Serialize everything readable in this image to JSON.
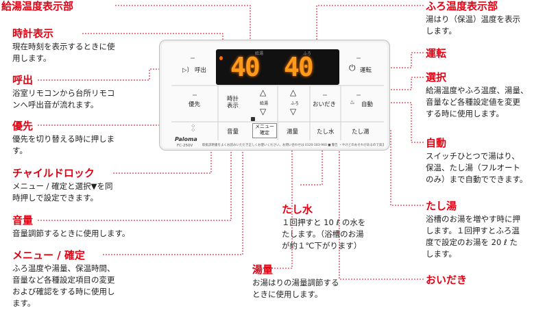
{
  "labels": {
    "kyuto_display": {
      "title": "給湯温度表示部"
    },
    "clock": {
      "title": "時計表示",
      "desc": [
        "現在時刻を表示するときに使",
        "用します。"
      ]
    },
    "yobidashi": {
      "title": "呼出",
      "desc": [
        "浴室リモコンから台所リモコ",
        "ンへ呼出音が流れます。"
      ]
    },
    "yusen": {
      "title": "優先",
      "desc": [
        "優先を切り替える時に押しま",
        "す。"
      ]
    },
    "child_lock": {
      "title": "チャイルドロック",
      "desc": [
        "メニュー / 確定と選択▼を同",
        "時押しで設定できます。"
      ]
    },
    "volume": {
      "title": "音量",
      "desc": [
        "音量調節するときに使用します。"
      ]
    },
    "menu": {
      "title": "メニュー / 確定",
      "desc": [
        "ふろ温度や湯量、保温時間、",
        "音量など各種設定項目の変更",
        "および確認をする時に使用し",
        "ます。"
      ]
    },
    "furo_display": {
      "title": "ふろ温度表示部",
      "desc": [
        "湯はり（保温）温度を表示",
        "します。"
      ]
    },
    "unten": {
      "title": "運転"
    },
    "sentaku": {
      "title": "選択",
      "desc": [
        "給湯温度やふろ温度、湯量、",
        "音量など各種設定値を変更",
        "する時に使用します。"
      ]
    },
    "jido": {
      "title": "自動",
      "desc": [
        "スイッチひとつで湯はり、",
        "保温、たし湯（フルオート",
        "のみ）まで自動でできます。"
      ]
    },
    "tashiyu": {
      "title": "たし湯",
      "desc": [
        "浴槽のお湯を増やす時に押",
        "します。１回押すとふろ温",
        "度で設定のお湯を 20 ℓ た",
        "します。"
      ]
    },
    "tashimizu": {
      "title": "たし水",
      "desc": [
        "１回押すと 10 ℓ の水を",
        "たします。（浴槽のお湯",
        "が約１℃下がります）"
      ]
    },
    "yuryo": {
      "title": "湯量",
      "desc": [
        "お湯はりの湯量調節する",
        "ときに使用します。"
      ]
    },
    "oidaki": {
      "title": "おいだき"
    }
  },
  "panel": {
    "display_left": "40",
    "display_right": "40",
    "display_label_left": "給湯",
    "display_label_right": "ふろ",
    "buttons": {
      "yobidashi": "呼出",
      "clock": "時計",
      "clock2": "表示",
      "yusen": "優先",
      "volume": "音量",
      "menu1": "メニュー",
      "menu2": "確定",
      "yuryo": "湯量",
      "tashimizu": "たし水",
      "oidaki": "おいだき",
      "unten": "運転",
      "jido": "自動",
      "tashiyu": "たし湯",
      "kyuto_small": "給湯",
      "furo_small": "ふろ"
    },
    "brand": "Paloma",
    "model": "FC-250V",
    "strip": "取扱説明書をよくお読みいただき正しくお使いください。お問い合わせは 0120-183-960 ■ 警告 ・やけどのおそれがあるので高温の湯を出すときはご注意ください。"
  },
  "colors": {
    "accent": "#e60012",
    "display_digit": "#ff9a1a"
  }
}
